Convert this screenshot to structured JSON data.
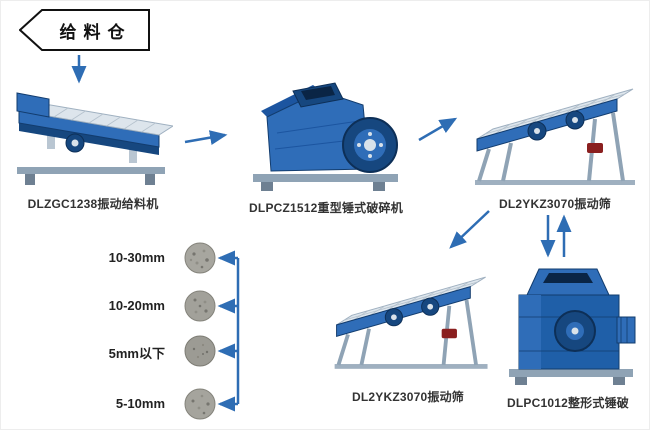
{
  "flow": {
    "feed_bin": "给料仓",
    "machines": {
      "feeder": {
        "label": "DLZGC1238振动给料机"
      },
      "hammer_crusher": {
        "label": "DLPCZ1512重型锤式破碎机"
      },
      "screen_top": {
        "label": "DL2YKZ3070振动筛"
      },
      "screen_bottom": {
        "label": "DL2YKZ3070振动筛"
      },
      "shaping_crusher": {
        "label": "DLPC1012整形式锤破"
      }
    },
    "outputs": [
      {
        "label": "10-30mm"
      },
      {
        "label": "10-20mm"
      },
      {
        "label": "5mm以下"
      },
      {
        "label": "5-10mm"
      }
    ],
    "colors": {
      "arrow_blue": "#2e6db4",
      "machine_blue": "#2f6db8",
      "machine_dark_blue": "#16477f",
      "steel_gray": "#cfd9e2",
      "sample_gray": "#a7a69f"
    }
  }
}
